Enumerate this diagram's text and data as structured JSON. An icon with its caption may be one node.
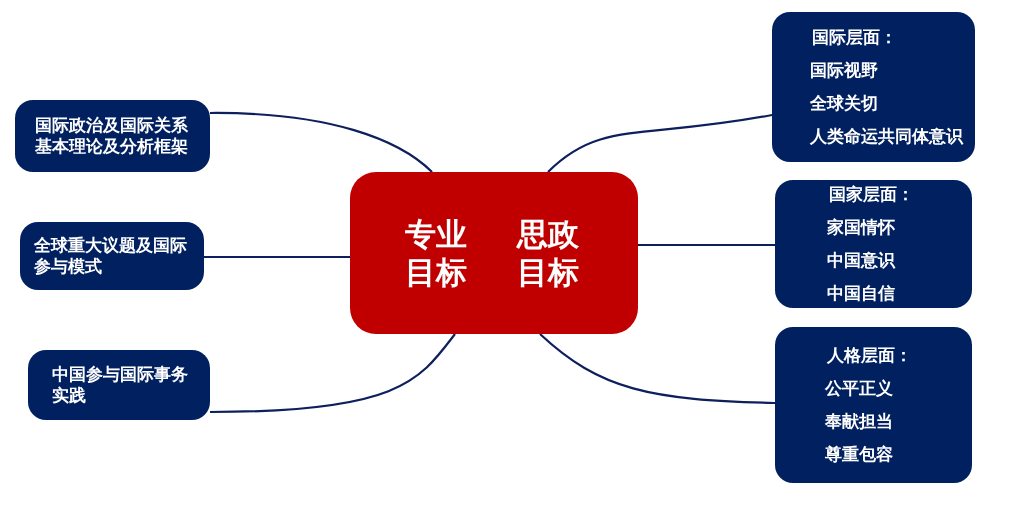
{
  "diagram": {
    "nodes": [
      {
        "text": [
          "专业目标",
          "思政目标"
        ]
      },
      {
        "text": [
          "国际政治及国际关系基本理论及分析框架"
        ]
      },
      {
        "text": [
          "全球重大议题及国际参与模式"
        ]
      },
      {
        "text": [
          "中国参与国际事务实践"
        ]
      },
      {
        "text": [
          "国际层面：",
          "国际视野",
          "全球关切",
          "人类命运共同体意识"
        ]
      },
      {
        "text": [
          "国家层面：",
          "家国情怀",
          "中国意识",
          "中国自信"
        ]
      },
      {
        "text": [
          "人格层面：",
          "公平正义",
          "奉献担当",
          "尊重包容"
        ]
      }
    ],
    "edges": [
      {
        "from": 0,
        "to": 1,
        "arrow": "none"
      },
      {
        "from": 0,
        "to": 2,
        "arrow": "none"
      },
      {
        "from": 0,
        "to": 3,
        "arrow": "none"
      },
      {
        "from": 0,
        "to": 4,
        "arrow": "none"
      },
      {
        "from": 0,
        "to": 5,
        "arrow": "none"
      },
      {
        "from": 0,
        "to": 6,
        "arrow": "none"
      }
    ]
  }
}
